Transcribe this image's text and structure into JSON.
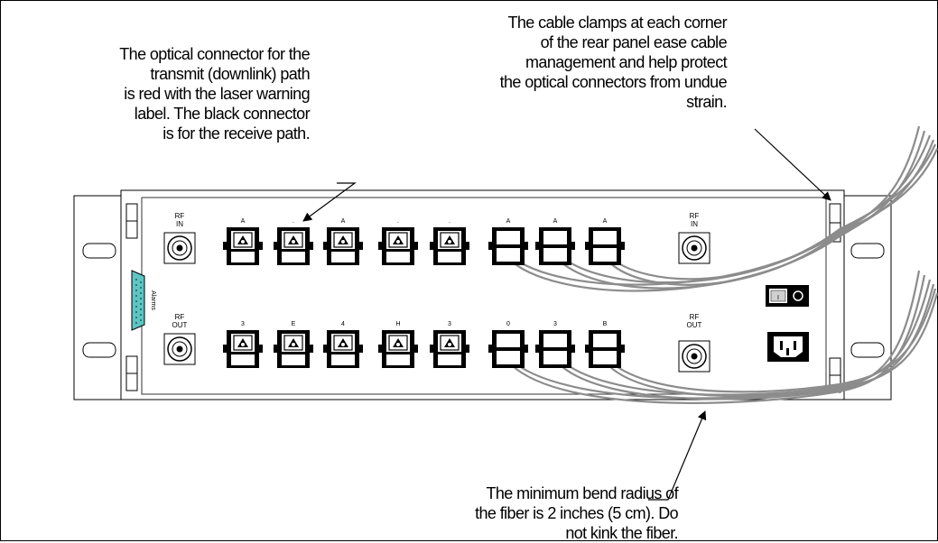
{
  "callouts": {
    "transmit": [
      "The optical connector for the",
      "transmit (downlink) path",
      "is red with the laser warning",
      "label. The black connector",
      "is for the receive path."
    ],
    "clamps": [
      "The cable clamps at each corner",
      "of the rear panel ease  cable",
      "management and help protect",
      "the optical connectors from undue",
      "strain."
    ],
    "bend": [
      "The minimum bend radius of",
      "the fiber is 2 inches (5 cm). Do",
      "not kink the fiber."
    ]
  },
  "panel": {
    "rf_in_left": "RF\nIN",
    "rf_out_left": "RF\nOUT",
    "rf_in_right": "RF\nIN",
    "rf_out_right": "RF\nOUT",
    "alarms": "Alarms",
    "top_port_labels": [
      "A",
      ".",
      "A",
      ".",
      ".",
      "A",
      "A",
      "A"
    ],
    "bottom_port_labels": [
      "3",
      "E",
      "4",
      "H",
      "3",
      "0",
      "3",
      "B"
    ],
    "power_switch_symbols": [
      "I",
      "O"
    ]
  }
}
